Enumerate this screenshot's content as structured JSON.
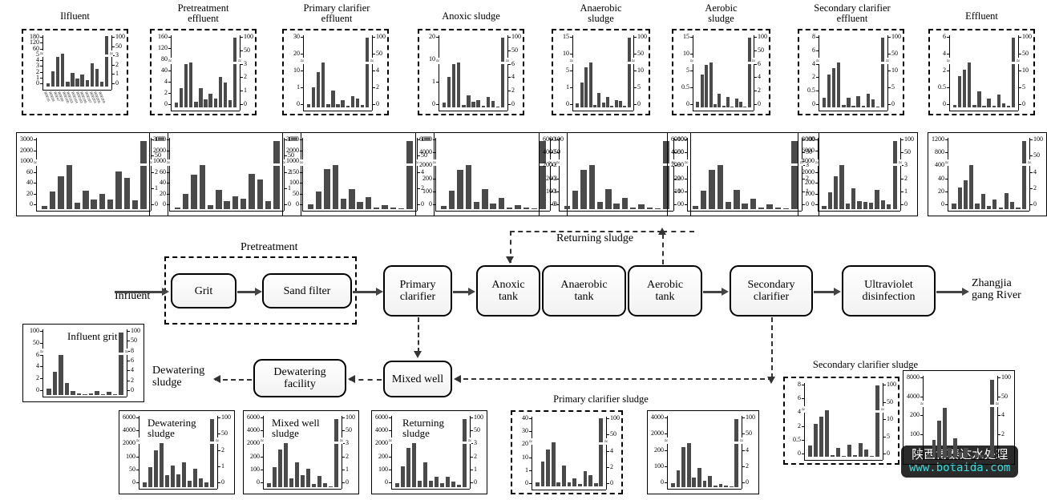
{
  "figure": {
    "type": "wastewater-treatment-flow-diagram-with-bar-charts",
    "watermark": {
      "cn": "陕西博泰达水处理",
      "url": "www.botaida.com"
    }
  },
  "flow": {
    "group_label": "Pretreatment",
    "influent_label": "Influent",
    "outlet_label": "Zhangjia\ngang River",
    "returning_label": "Returning sludge",
    "dewatering_out_label": "Dewatering\nsludge",
    "nodes": [
      {
        "id": "grit",
        "label": "Grit"
      },
      {
        "id": "sand-filter",
        "label": "Sand filter"
      },
      {
        "id": "primary-clarifier",
        "label": "Primary\nclarifier"
      },
      {
        "id": "anoxic-tank",
        "label": "Anoxic\ntank"
      },
      {
        "id": "anaerobic-tank",
        "label": "Anaerobic\ntank"
      },
      {
        "id": "aerobic-tank",
        "label": "Aerobic\ntank"
      },
      {
        "id": "secondary-clarifier",
        "label": "Secondary\nclarifier"
      },
      {
        "id": "ultraviolet-disinfection",
        "label": "Ultraviolet\ndisinfection"
      },
      {
        "id": "mixed-well",
        "label": "Mixed well"
      },
      {
        "id": "dewatering-facility",
        "label": "Dewatering\nfacility"
      }
    ]
  },
  "chart_data": [
    {
      "id": "influent",
      "type": "bar",
      "title": "Ilfluent",
      "border": "dashed",
      "row": 1,
      "has_xlabels": true,
      "yticks_left": [
        "180",
        "120",
        "60",
        "5",
        "4",
        "3",
        "2",
        "1",
        "0"
      ],
      "yticks_right": [
        "100",
        "50",
        "3",
        "2",
        "1",
        "0"
      ],
      "ylim_note": "broken axis: lower 0-5, upper 60-180",
      "values": [
        0.5,
        2.4,
        4.6,
        5.1,
        0.7,
        2.1,
        1.3,
        1.9,
        1.0,
        3.6,
        2.8,
        0.7
      ],
      "last_bar_value": 155,
      "last_bar_axis": "right"
    },
    {
      "id": "pretreatment-effluent",
      "type": "bar",
      "title": "Pretreatment\neffluent",
      "border": "dashed",
      "row": 1,
      "yticks_left": [
        "160",
        "120",
        "80",
        "40",
        "4",
        "2",
        "0"
      ],
      "yticks_right": [
        "100",
        "50",
        "3",
        "2",
        "1",
        "0"
      ],
      "values": [
        0.5,
        2.1,
        4.7,
        4.9,
        0.6,
        2.05,
        0.85,
        1.45,
        1.0,
        3.3,
        2.7,
        0.75
      ],
      "last_bar_value": 158,
      "last_bar_axis": "right"
    },
    {
      "id": "primary-clarifier-effluent",
      "type": "bar",
      "title": "Primary clarifier\neffluent",
      "border": "dashed",
      "row": 1,
      "yticks_left": [
        "30",
        "20",
        "10",
        "1",
        "0"
      ],
      "yticks_right": [
        "100",
        "50",
        "4",
        "2",
        "0"
      ],
      "values": [
        0.1,
        0.62,
        1.1,
        1.42,
        0.1,
        0.52,
        0.1,
        0.22,
        0.05,
        0.35,
        0.28,
        0.08
      ],
      "last_bar_value": 28,
      "last_bar_axis": "right"
    },
    {
      "id": "anoxic-sludge",
      "type": "bar",
      "title": "Anoxic sludge",
      "border": "dashed",
      "row": 1,
      "yticks_left": [
        "20",
        "10",
        "1",
        "0"
      ],
      "yticks_right": [
        "100",
        "50",
        "6",
        "4",
        "2",
        "0"
      ],
      "values": [
        0.15,
        0.9,
        1.3,
        1.35,
        0.08,
        0.35,
        0.17,
        0.22,
        0.04,
        0.3,
        0.2,
        0.02
      ],
      "last_bar_value": 22,
      "last_bar_axis": "right"
    },
    {
      "id": "anaerobic-sludge",
      "type": "bar",
      "title": "Anaerobic\nsludge",
      "border": "dashed",
      "row": 1,
      "yticks_left": [
        "15",
        "10",
        "5",
        "1",
        "0"
      ],
      "yticks_right": [
        "100",
        "50",
        "10",
        "5",
        "0"
      ],
      "values": [
        0.1,
        0.6,
        0.98,
        1.1,
        0.05,
        0.35,
        0.12,
        0.25,
        0.03,
        0.18,
        0.15,
        0.03
      ],
      "last_bar_value": 14,
      "last_bar_axis": "right"
    },
    {
      "id": "aerobic-sludge",
      "type": "bar",
      "title": "Aerobic\nsludge",
      "border": "dashed",
      "row": 1,
      "yticks_left": [
        "15",
        "10",
        "5",
        "0.5",
        "0"
      ],
      "yticks_right": [
        "100",
        "50",
        "6",
        "4",
        "2",
        "0"
      ],
      "values": [
        0.1,
        0.62,
        0.8,
        0.85,
        0.06,
        0.25,
        0.03,
        0.2,
        0.01,
        0.16,
        0.1,
        0.02
      ],
      "last_bar_value": 12,
      "last_bar_axis": "right"
    },
    {
      "id": "secondary-clarifier-effluent",
      "type": "bar",
      "title": "Secondary clarifier\neffluent",
      "border": "dashed",
      "row": 1,
      "yticks_left": [
        "8",
        "6",
        "4",
        "2",
        "0.5",
        "0"
      ],
      "yticks_right": [
        "100",
        "50",
        "10",
        "5",
        "0"
      ],
      "values": [
        0.12,
        0.42,
        0.5,
        0.58,
        0.03,
        0.12,
        0.02,
        0.14,
        0.02,
        0.17,
        0.1,
        0.01
      ],
      "last_bar_value": 6.6,
      "last_bar_axis": "right"
    },
    {
      "id": "effluent",
      "type": "bar",
      "title": "Effluent",
      "border": "dashed",
      "row": 1,
      "yticks_left": [
        "6",
        "4",
        "2",
        "0.5",
        "0"
      ],
      "yticks_right": [
        "100",
        "50",
        "10",
        "5",
        "0"
      ],
      "values": [
        0.02,
        0.25,
        0.3,
        0.36,
        0.02,
        0.13,
        0.01,
        0.07,
        0.01,
        0.1,
        0.03,
        0.01
      ],
      "last_bar_value": 6.0,
      "last_bar_axis": "right"
    },
    {
      "id": "influent-row2",
      "type": "bar",
      "title": "",
      "border": "solid",
      "row": 2,
      "yticks_left": [
        "3000",
        "2000",
        "1000",
        "60",
        "40",
        "20",
        "0"
      ],
      "yticks_right": [
        "100",
        "50",
        "2",
        "1",
        "0"
      ],
      "values": [
        5,
        29,
        54,
        72,
        10,
        30,
        16,
        25,
        16,
        62,
        51,
        15
      ],
      "last_bar_value": 2700,
      "last_bar_axis": "right"
    },
    {
      "id": "pretreatment-effluent-row2",
      "type": "bar",
      "title": "",
      "border": "solid",
      "row": 2,
      "yticks_left": [
        "3000",
        "2000",
        "1000",
        "60",
        "40",
        "20",
        "0"
      ],
      "yticks_right": [
        "100",
        "50",
        "2",
        "1",
        "0"
      ],
      "values": [
        3,
        26,
        58,
        73,
        7,
        32,
        13,
        21,
        18,
        59,
        49,
        13
      ],
      "last_bar_value": 2650,
      "last_bar_axis": "right"
    },
    {
      "id": "primary-clarifier-effluent-row2",
      "type": "bar",
      "title": "",
      "border": "solid",
      "row": 2,
      "yticks_left": [
        "3000",
        "2000",
        "1000",
        "150",
        "100",
        "50",
        "0"
      ],
      "yticks_right": [
        "100",
        "50",
        "4",
        "2",
        "0"
      ],
      "values": [
        20,
        72,
        160,
        175,
        41,
        79,
        30,
        48,
        5,
        16,
        7,
        3
      ],
      "last_bar_value": 2900,
      "last_bar_axis": "right"
    },
    {
      "id": "anoxic-sludge-row2",
      "type": "bar",
      "title": "",
      "border": "solid",
      "row": 2,
      "yticks_left": [
        "6000",
        "4000",
        "2000",
        "200",
        "100",
        "0"
      ],
      "yticks_right": [
        "100",
        "50",
        "3",
        "2",
        "1",
        "0"
      ],
      "values": [
        20,
        110,
        240,
        265,
        45,
        120,
        35,
        70,
        8,
        25,
        12,
        5
      ],
      "last_bar_value": 5700,
      "last_bar_axis": "right"
    },
    {
      "id": "anaerobic-sludge-row2",
      "type": "bar",
      "title": "",
      "border": "solid",
      "row": 2,
      "yticks_left": [
        "6000",
        "4000",
        "2000",
        "200",
        "100",
        "0"
      ],
      "yticks_right": [
        "100",
        "50",
        "3",
        "2",
        "1",
        "0"
      ],
      "values": [
        18,
        100,
        215,
        240,
        40,
        110,
        30,
        60,
        10,
        28,
        10,
        4
      ],
      "last_bar_value": 5500,
      "last_bar_axis": "right"
    },
    {
      "id": "aerobic-sludge-row2",
      "type": "bar",
      "title": "",
      "border": "solid",
      "row": 2,
      "yticks_left": [
        "6000",
        "4000",
        "2000",
        "200",
        "100",
        "0"
      ],
      "yticks_right": [
        "100",
        "50",
        "3",
        "2",
        "1",
        "0"
      ],
      "values": [
        15,
        95,
        205,
        230,
        38,
        100,
        28,
        55,
        9,
        24,
        9,
        4
      ],
      "last_bar_value": 5200,
      "last_bar_axis": "right"
    },
    {
      "id": "secondary-clarifier-effluent-row2",
      "type": "bar",
      "title": "",
      "border": "solid",
      "row": 2,
      "yticks_left": [
        "8000",
        "6000",
        "4000",
        "2000",
        "200",
        "100",
        "0"
      ],
      "yticks_right": [
        "100",
        "50",
        "3",
        "2",
        "1",
        "0"
      ],
      "values": [
        18,
        100,
        200,
        265,
        33,
        125,
        50,
        45,
        38,
        115,
        55,
        28
      ],
      "last_bar_value": 7000,
      "last_bar_axis": "right"
    },
    {
      "id": "effluent-row2",
      "type": "bar",
      "title": "",
      "border": "solid",
      "row": 2,
      "yticks_left": [
        "1200",
        "800",
        "400",
        "40",
        "20",
        "0"
      ],
      "yticks_right": [
        "100",
        "50",
        "4",
        "2",
        "0"
      ],
      "values": [
        9,
        33,
        43,
        66,
        9,
        23,
        5,
        15,
        3,
        24,
        11,
        2
      ],
      "last_bar_value": 1200,
      "last_bar_axis": "right"
    },
    {
      "id": "influent-grit",
      "type": "bar",
      "title": "Influent grit",
      "border": "solid",
      "row": 3,
      "title_inside": true,
      "yticks_left": [
        "100",
        "50",
        "6",
        "4",
        "2",
        "0"
      ],
      "yticks_right": [
        "100",
        "50",
        "8",
        "6",
        "4",
        "2",
        "0"
      ],
      "values": [
        1.0,
        3.8,
        6.6,
        2.0,
        0.6,
        0.2,
        0.1,
        0.25,
        0.7,
        0.1,
        0.5,
        0.1
      ],
      "last_bar_value": 95,
      "last_bar_axis": "right"
    },
    {
      "id": "dewatering-sludge",
      "type": "bar",
      "title": "Dewatering\nsludge",
      "border": "solid",
      "row": 3,
      "title_inside": true,
      "yticks_left": [
        "6000",
        "4000",
        "2000",
        "100",
        "50",
        "0"
      ],
      "yticks_right": [
        "100",
        "50",
        "2",
        "1",
        "0"
      ],
      "values": [
        18,
        71,
        128,
        152,
        43,
        74,
        45,
        85,
        23,
        65,
        31,
        16
      ],
      "last_bar_value": 6000,
      "last_bar_axis": "right"
    },
    {
      "id": "mixed-well-sludge",
      "type": "bar",
      "title": "Mixed well\nsludge",
      "border": "solid",
      "row": 3,
      "title_inside": true,
      "yticks_left": [
        "6000",
        "4000",
        "2000",
        "200",
        "100",
        "0"
      ],
      "yticks_right": [
        "100",
        "50",
        "3",
        "2",
        "1",
        "0"
      ],
      "values": [
        25,
        115,
        215,
        250,
        50,
        140,
        70,
        105,
        17,
        62,
        22,
        5
      ],
      "last_bar_value": 6100,
      "last_bar_axis": "right"
    },
    {
      "id": "returning-sludge",
      "type": "bar",
      "title": "Returning\nsludge",
      "border": "solid",
      "row": 3,
      "title_inside": true,
      "yticks_left": [
        "6000",
        "4000",
        "2000",
        "200",
        "100",
        "0"
      ],
      "yticks_right": [
        "100",
        "50",
        "3",
        "2",
        "1",
        "0"
      ],
      "values": [
        25,
        120,
        225,
        250,
        38,
        140,
        35,
        58,
        22,
        58,
        32,
        15
      ],
      "last_bar_value": 5600,
      "last_bar_axis": "right"
    },
    {
      "id": "primary-clarifier-sludge-a",
      "type": "bar",
      "title": "Primary clarifier sludge",
      "border": "dashed",
      "row": 3,
      "yticks_left": [
        "40",
        "30",
        "20",
        "10",
        "1",
        "0"
      ],
      "yticks_right": [
        "100",
        "50",
        "4",
        "2",
        "0"
      ],
      "values": [
        0.15,
        0.9,
        1.35,
        1.6,
        0.15,
        0.75,
        0.15,
        0.3,
        0.1,
        0.55,
        0.42,
        0.12
      ],
      "last_bar_value": 33,
      "last_bar_axis": "right"
    },
    {
      "id": "primary-clarifier-sludge-b",
      "type": "bar",
      "title": "",
      "border": "solid",
      "row": 3,
      "yticks_left": [
        "4000",
        "2000",
        "200",
        "100",
        "0"
      ],
      "yticks_right": [
        "100",
        "50",
        "4",
        "2",
        "0"
      ],
      "values": [
        18,
        83,
        195,
        215,
        48,
        95,
        30,
        57,
        8,
        15,
        9,
        4
      ],
      "last_bar_value": 3300,
      "last_bar_axis": "right"
    },
    {
      "id": "secondary-clarifier-sludge-a",
      "type": "bar",
      "title": "Secondary clarifier sludge",
      "border": "dashed",
      "row": 3,
      "yticks_left": [
        "8",
        "6",
        "4",
        "2",
        "0.5",
        "0"
      ],
      "yticks_right": [
        "100",
        "50",
        "10",
        "5",
        "0"
      ],
      "values": [
        0.13,
        0.38,
        0.46,
        0.53,
        0.02,
        0.1,
        0.01,
        0.14,
        0.02,
        0.16,
        0.08,
        0.01
      ],
      "last_bar_value": 7.0,
      "last_bar_axis": "right"
    },
    {
      "id": "secondary-clarifier-sludge-b",
      "type": "bar",
      "title": "",
      "border": "solid",
      "row": 3,
      "yticks_left": [
        "8000",
        "4000",
        "200",
        "100",
        "0"
      ],
      "yticks_right": [
        "100",
        "50",
        "4",
        "2",
        "0"
      ],
      "values": [
        20,
        110,
        230,
        310,
        60,
        120,
        35,
        62,
        12,
        30,
        14,
        6
      ],
      "last_bar_value": 7800,
      "last_bar_axis": "right"
    }
  ],
  "xaxis": {
    "note": "PBDE congener labels (rotated, microtype) shown only on the Influent panel",
    "labels": [
      "BDE15",
      "BDE28",
      "BDE47",
      "BDE99",
      "BDE100",
      "BDE153",
      "BDE154",
      "BDE183",
      "BDE196",
      "BDE197",
      "BDE203",
      "BDE206",
      "BDE209"
    ]
  }
}
